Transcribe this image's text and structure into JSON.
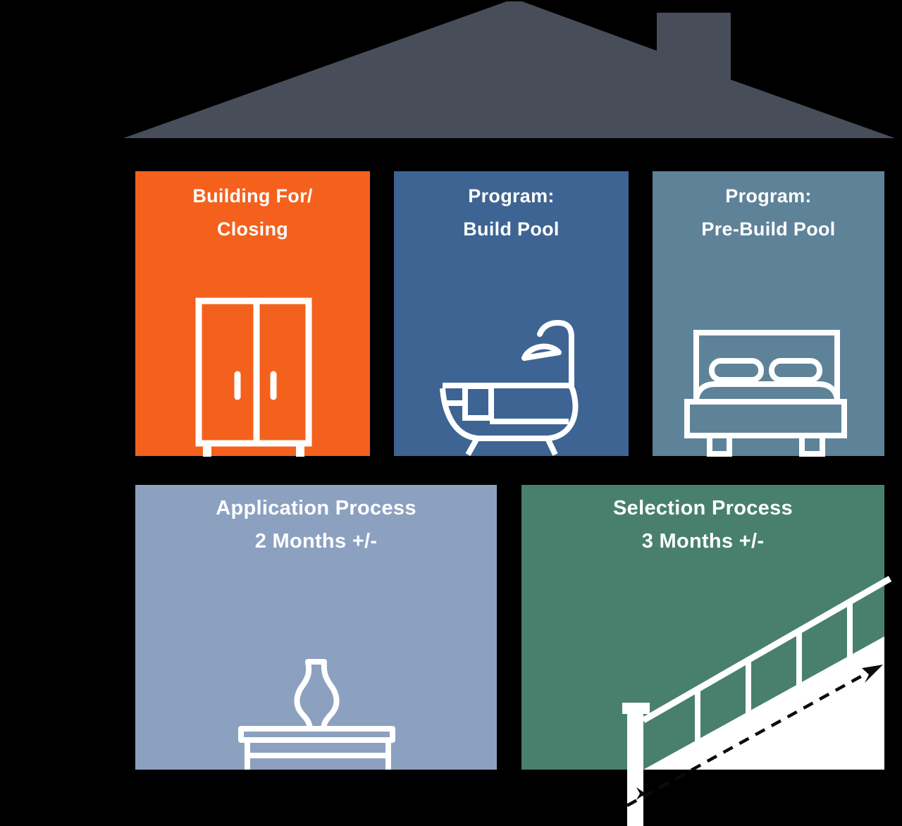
{
  "meta": {
    "title": "Housing program house diagram",
    "background": "#000000"
  },
  "house": {
    "roof_color": "#474D59"
  },
  "icon_style": {
    "stroke_color": "#FFFFFF",
    "arrow_color": "#0B0B0B"
  },
  "cards": [
    {
      "line1": "Building For/",
      "line2": "Closing",
      "bg": "#F4611D",
      "icon": "wardrobe-icon"
    },
    {
      "line1": "Program:",
      "line2": "Build Pool",
      "bg": "#3E6493",
      "icon": "bathtub-icon"
    },
    {
      "line1": "Program:",
      "line2": "Pre-Build Pool",
      "bg": "#5E8399",
      "icon": "bed-icon"
    },
    {
      "line1": "Application Process",
      "line2": "2 Months +/-",
      "bg": "#8CA1C0",
      "icon": "nightstand-icon"
    },
    {
      "line1": "Selection Process",
      "line2": "3 Months +/-",
      "bg": "#48806D",
      "icon": "staircase-icon"
    }
  ]
}
